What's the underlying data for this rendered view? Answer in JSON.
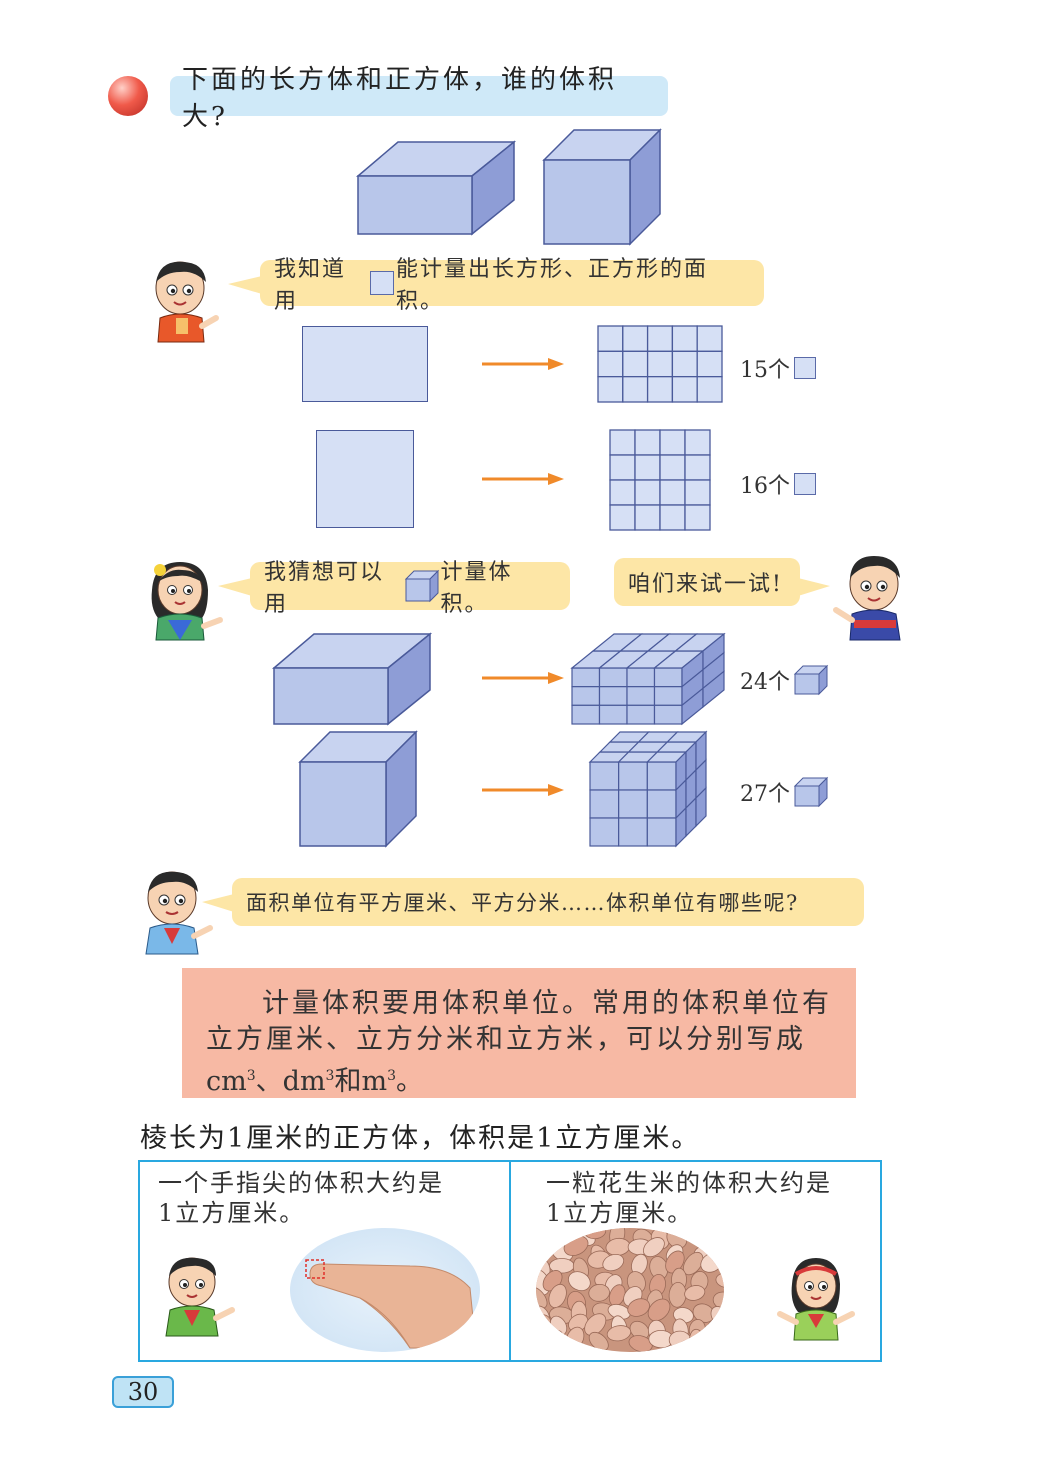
{
  "section": {
    "question": "下面的长方体和正方体，谁的体积大?"
  },
  "bubbles": {
    "boy1_before": "我知道用",
    "boy1_after": "能计量出长方形、正方形的面积。",
    "girl_before": "我猜想可以用",
    "girl_after": "计量体积。",
    "boy2": "咱们来试一试!",
    "boy3": "面积单位有平方厘米、平方分米……体积单位有哪些呢?"
  },
  "counts": {
    "rect": "15个",
    "square": "16个",
    "cuboid": "24个",
    "cube": "27个"
  },
  "definition": {
    "line1": "计量体积要用体积单位。常用的体积单位有",
    "line2": "立方厘米、立方分米和立方米，可以分别写成",
    "u1": "cm",
    "sep1": "、",
    "u2": "dm",
    "and": "和",
    "u3": "m",
    "sup": "3",
    "end": "。"
  },
  "statement": "棱长为1厘米的正方体，体积是1立方厘米。",
  "examples": {
    "left_line1": "一个手指尖的体积大约是",
    "left_line2": "1立方厘米。",
    "right_line1": "一粒花生米的体积大约是",
    "right_line2": "1立方厘米。"
  },
  "page_number": "30",
  "colors": {
    "title_bg": "#cfe9f8",
    "bubble_bg": "#fde6a6",
    "definition_bg": "#f7b9a4",
    "shape_fill": "#d6e0f5",
    "shape_stroke": "#4a5a9a",
    "arrow": "#f08a2a",
    "frame": "#29a8e0"
  }
}
